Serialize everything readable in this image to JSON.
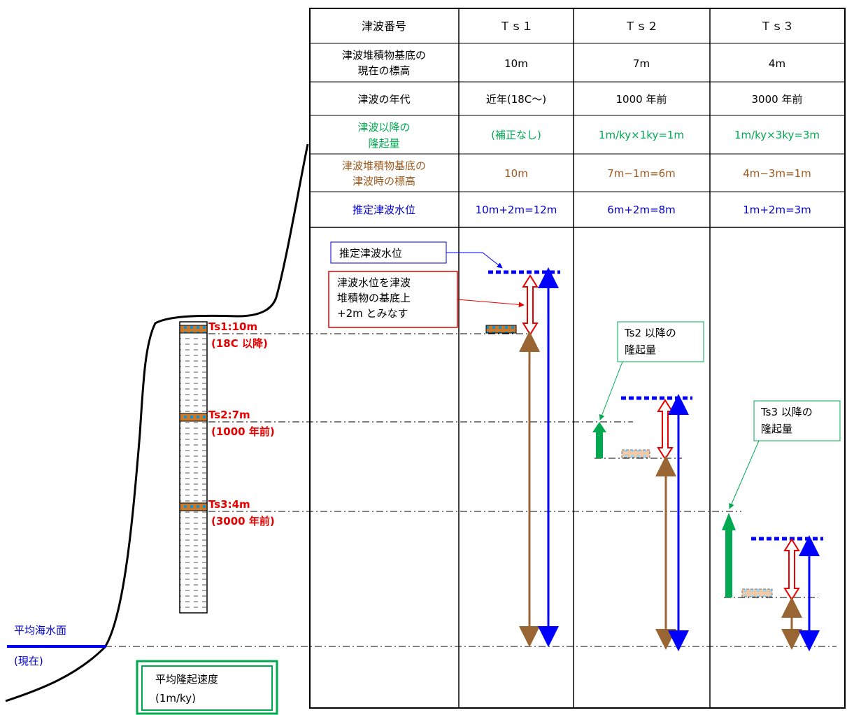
{
  "colors": {
    "black": "#000000",
    "green": "#00a850",
    "brown": "#996633",
    "blue": "#0000ff",
    "red": "#e60000",
    "text_blue": "#0000cc",
    "text_brown": "#a05a1e"
  },
  "table": {
    "header": {
      "label": "津波番号",
      "cols": [
        "Ｔｓ１",
        "Ｔｓ２",
        "Ｔｓ３"
      ]
    },
    "rows": [
      {
        "label": [
          "津波堆積物基底の",
          "現在の標高"
        ],
        "values": [
          "10m",
          "7m",
          "4m"
        ],
        "color": "black"
      },
      {
        "label": [
          "津波の年代"
        ],
        "values": [
          "近年(18C〜)",
          "1000 年前",
          "3000 年前"
        ],
        "color": "black"
      },
      {
        "label": [
          "津波以降の",
          "隆起量"
        ],
        "values": [
          "(補正なし)",
          "1m/ky×1ky=1m",
          "1m/ky×3ky=3m"
        ],
        "color": "green"
      },
      {
        "label": [
          "津波堆積物基底の",
          "津波時の標高"
        ],
        "values": [
          "10m",
          "7m−1m=6m",
          "4m−3m=1m"
        ],
        "color": "brown"
      },
      {
        "label": [
          "推定津波水位"
        ],
        "values": [
          "10m+2m=12m",
          "6m+2m=8m",
          "1m+2m=3m"
        ],
        "color": "blue"
      }
    ]
  },
  "annotations": {
    "estimated_level": "推定津波水位",
    "assume": [
      "津波水位を津波",
      "堆積物の基底上",
      "+2m とみなす"
    ],
    "ts2_uplift": [
      "Ts2 以降の",
      "隆起量"
    ],
    "ts3_uplift": [
      "Ts3 以降の",
      "隆起量"
    ]
  },
  "layers": [
    {
      "name": "Ts1:10m",
      "age": "(18C 以降)"
    },
    {
      "name": "Ts2:7m",
      "age": "(1000 年前)"
    },
    {
      "name": "Ts3:4m",
      "age": "(3000 年前)"
    }
  ],
  "sea_level": {
    "label": "平均海水面",
    "sub": "(現在)"
  },
  "legend": {
    "title": "平均隆起速度",
    "value": "(1m/ky)"
  }
}
